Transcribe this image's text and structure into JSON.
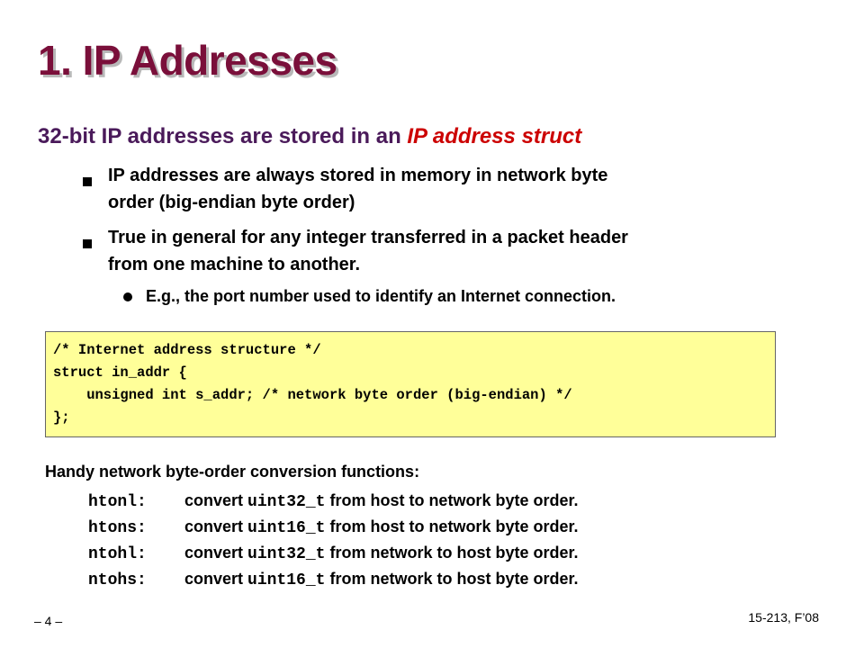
{
  "title": "1. IP Addresses",
  "heading": {
    "pre": "32-bit IP addresses are stored in an ",
    "em": "IP address struct"
  },
  "bullets": [
    {
      "line1": "IP addresses are always stored in memory in network byte",
      "line2": "order (big-endian byte order)"
    },
    {
      "line1": "True in general for any integer transferred in a packet header",
      "line2": "from one machine to another."
    }
  ],
  "sub_bullet": "E.g., the port number used to identify an Internet connection.",
  "code_lines": [
    "/* Internet address structure */",
    "struct in_addr {",
    "    unsigned int s_addr; /* network byte order (big-endian) */",
    "};"
  ],
  "handy_title": "Handy network byte-order conversion functions:",
  "functions": [
    {
      "name": "htonl:",
      "verb": " convert ",
      "type": "uint32_t",
      "rest": " from host to network byte order."
    },
    {
      "name": "htons:",
      "verb": " convert ",
      "type": "uint16_t",
      "rest": " from host to network byte order."
    },
    {
      "name": "ntohl:",
      "verb": " convert ",
      "type": "uint32_t",
      "rest": " from network to host byte order."
    },
    {
      "name": "ntohs:",
      "verb": " convert ",
      "type": "uint16_t",
      "rest": " from network to host byte order."
    }
  ],
  "footer": {
    "page": "– 4 –",
    "course": "15-213, F’08"
  },
  "colors": {
    "title": "#7a0f3a",
    "heading": "#4a1a5a",
    "emphasis": "#cc0000",
    "code_bg": "#ffff99"
  }
}
